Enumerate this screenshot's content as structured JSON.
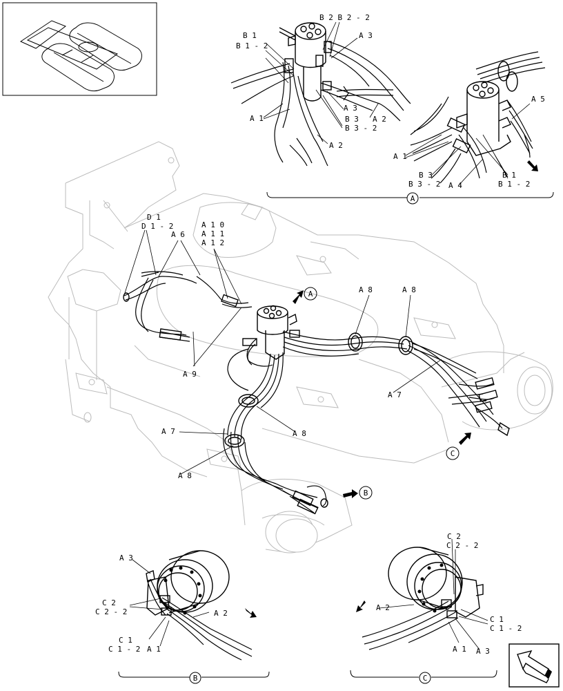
{
  "views": {
    "A": {
      "marker": "A"
    },
    "B": {
      "marker": "B"
    },
    "C": {
      "marker": "C"
    }
  },
  "labels": {
    "a_b2_b22": "B 2 B 2 - 2",
    "a_a3_top": "A 3",
    "a_b1": "B 1",
    "a_b12": "B 1 - 2",
    "a_a1": "A 1",
    "a_a3_mid": "A 3",
    "a_b3": "B 3",
    "a_b32": "B 3 - 2",
    "a_a2_r": "A 2",
    "a_a2_b": "A 2",
    "a5": "A 5",
    "a2_a1": "A 1",
    "a2_b3": "B 3",
    "a2_b32": "B 3 - 2",
    "a2_a4": "A 4",
    "a2_b1": "B 1",
    "a2_b12": "B 1 - 2",
    "d1": "D 1",
    "d12": "D 1 - 2",
    "a6": "A 6",
    "a10": "A 1 0",
    "a11": "A 1 1",
    "a12": "A 1 2",
    "a8_1": "A 8",
    "a8_2": "A 8",
    "a7_r": "A 7",
    "a9": "A 9",
    "a7_l": "A 7",
    "a8_3": "A 8",
    "a8_4": "A 8",
    "b_a3": "A 3",
    "b_c2": "C 2",
    "b_c22": "C 2 - 2",
    "b_a2": "A 2",
    "b_c1": "C 1",
    "b_c12": "C 1 - 2",
    "b_a1": "A 1",
    "c_c2": "C 2",
    "c_c22": "C 2 - 2",
    "c_a2": "A 2",
    "c_c1": "C 1",
    "c_c12": "C 1 - 2",
    "c_a1": "A 1",
    "c_a3": "A 3"
  },
  "icons": {
    "nav": "next-page-arrow-icon",
    "view": "view-direction-arrow-icon"
  }
}
